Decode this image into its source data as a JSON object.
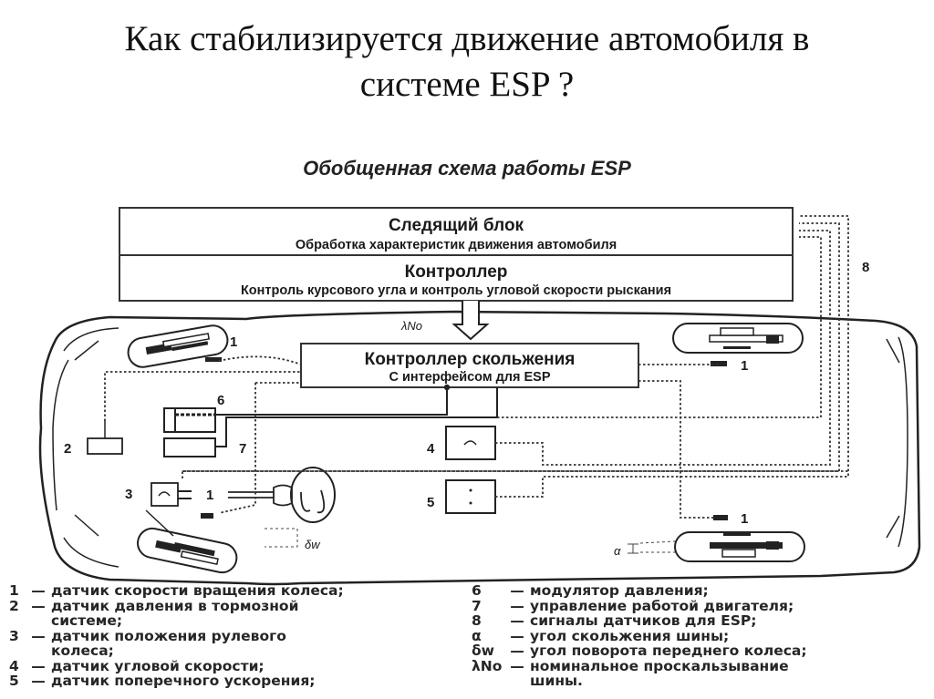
{
  "slide": {
    "title_line1": "Как стабилизируется движение автомобиля в",
    "title_line2": "системе ESP ?"
  },
  "diagram": {
    "title": "Обобщенная схема работы ESP",
    "tracking_unit": {
      "title": "Следящий блок",
      "subtitle": "Обработка характеристик движения автомобиля"
    },
    "controller": {
      "title": "Контроллер",
      "subtitle": "Контроль курсового угла и контроль угловой скорости рыскания"
    },
    "slip_controller": {
      "title": "Контроллер скольжения",
      "subtitle": "С интерфейсом для ESP"
    },
    "labels": {
      "lambda_no": "λNo",
      "sensor_signals": "8",
      "wheel_speed_sensor": "1",
      "brake_pressure_sensor": "2",
      "steering_position_sensor": "3",
      "yaw_rate_sensor": "4",
      "lateral_accel_sensor": "5",
      "pressure_modulator": "6",
      "engine_control": "7",
      "delta_w": "δw",
      "alpha": "α"
    }
  },
  "legend": {
    "left": [
      {
        "key": "1",
        "text": "датчик скорости вращения колеса;"
      },
      {
        "key": "2",
        "text": "датчик давления в тормозной"
      },
      {
        "key": "",
        "text": "системе;"
      },
      {
        "key": "3",
        "text": "датчик положения рулевого"
      },
      {
        "key": "",
        "text": "колеса;"
      },
      {
        "key": "4",
        "text": "датчик угловой скорости;"
      },
      {
        "key": "5",
        "text": "датчик поперечного ускорения;"
      }
    ],
    "right": [
      {
        "key": "6",
        "text": "модулятор давления;"
      },
      {
        "key": "7",
        "text": "управление работой двигателя;"
      },
      {
        "key": "8",
        "text": "сигналы датчиков для ESP;"
      },
      {
        "key": "α",
        "text": "угол скольжения шины;"
      },
      {
        "key": "δw",
        "text": "угол поворота переднего колеса;"
      },
      {
        "key": "λNo",
        "text": "номинальное проскальзывание"
      },
      {
        "key": "",
        "text": "шины."
      }
    ]
  }
}
